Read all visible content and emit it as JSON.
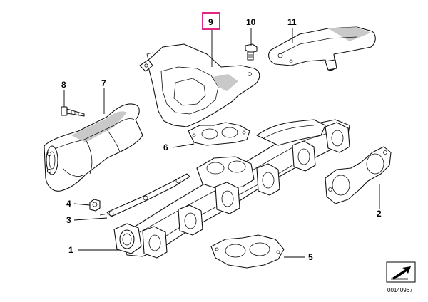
{
  "callouts": [
    {
      "id": "c1",
      "label": "1"
    },
    {
      "id": "c2",
      "label": "2"
    },
    {
      "id": "c3",
      "label": "3"
    },
    {
      "id": "c4",
      "label": "4"
    },
    {
      "id": "c5",
      "label": "5"
    },
    {
      "id": "c6",
      "label": "6"
    },
    {
      "id": "c7",
      "label": "7"
    },
    {
      "id": "c8",
      "label": "8"
    },
    {
      "id": "c9",
      "label": "9",
      "highlighted": true
    },
    {
      "id": "c10",
      "label": "10"
    },
    {
      "id": "c11",
      "label": "11"
    }
  ],
  "highlight_color": "#e0288a",
  "reference_number": "00140967",
  "icons": {
    "direction_icon": "arrow-direction-icon"
  }
}
